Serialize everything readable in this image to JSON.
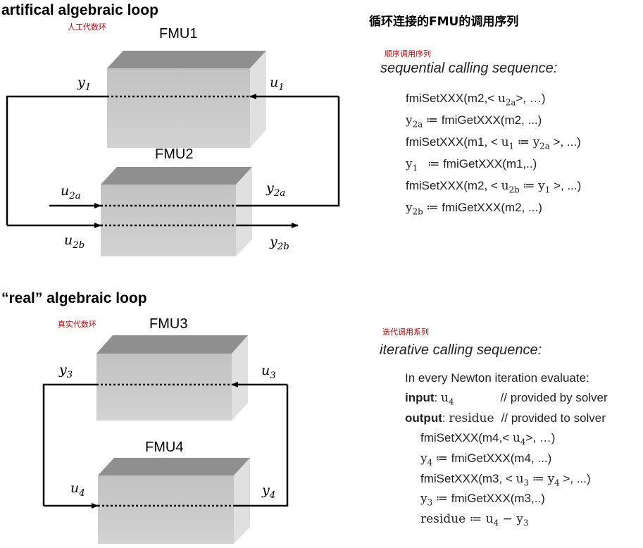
{
  "top": {
    "title": "artifical algebraic loop",
    "cn_note": "人工代数环",
    "fmu1": "FMU1",
    "fmu2": "FMU2",
    "y1": "y",
    "y1_sub": "1",
    "u1": "u",
    "u1_sub": "1",
    "u2a": "u",
    "u2a_sub": "2a",
    "y2a": "y",
    "y2a_sub": "2a",
    "u2b": "u",
    "u2b_sub": "2b",
    "y2b": "y",
    "y2b_sub": "2b"
  },
  "bottom": {
    "title": "“real” algebraic loop",
    "cn_note": "真实代数环",
    "fmu3": "FMU3",
    "fmu4": "FMU4",
    "y3": "y",
    "y3_sub": "3",
    "u3": "u",
    "u3_sub": "3",
    "u4": "u",
    "u4_sub": "4",
    "y4": "y",
    "y4_sub": "4"
  },
  "right_top": {
    "cn_title": "循环连接的FMU的调用序列",
    "cn_note": "顺序调用序列",
    "heading": "sequential calling sequence:",
    "lines": [
      {
        "a": "fmiSetXXX(m2,< ",
        "v": "u",
        "s": "2a",
        "b": ">, …)"
      },
      {
        "v": "y",
        "s": "2a",
        "a2": " ≔ fmiGetXXX(m2, ...)"
      },
      {
        "a": "fmiSetXXX(m1, < ",
        "v": "u",
        "s": "1",
        "m": " ≔ ",
        "v2": "y",
        "s2": "2a",
        "b": " >, ...)"
      },
      {
        "v": "y",
        "s": "1",
        "a2": "   ≔ fmiGetXXX(m1,..)"
      },
      {
        "a": "fmiSetXXX(m2, < ",
        "v": "u",
        "s": "2b",
        "m": " ≔ ",
        "v2": "y",
        "s2": "1",
        "b": " >, ...)"
      },
      {
        "v": "y",
        "s": "2b",
        "a2": " ≔ fmiGetXXX(m2, ...)"
      }
    ]
  },
  "right_bottom": {
    "cn_note": "迭代调用系列",
    "heading": "iterative calling sequence:",
    "newton": "In every Newton iteration evaluate:",
    "input_kw": "input",
    "input_sep": ": ",
    "input_var": "u",
    "input_sub": "4",
    "input_comment": "// provided by solver",
    "output_kw": "output",
    "output_sep": ": ",
    "output_var": "residue",
    "output_comment": "// provided to solver",
    "lines": [
      {
        "a": "fmiSetXXX(m4,< ",
        "v": "u",
        "s": "4",
        "b": ">, …)"
      },
      {
        "v": "y",
        "s": "4",
        "a2": " ≔ fmiGetXXX(m4, ...)"
      },
      {
        "a": "fmiSetXXX(m3, < ",
        "v": "u",
        "s": "3",
        "m": " ≔ ",
        "v2": "y",
        "s2": "4",
        "b": " >, ...)"
      },
      {
        "v": "y",
        "s": "3",
        "a2": " ≔ fmiGetXXX(m3,..)"
      }
    ],
    "residue_line": {
      "v": "residue",
      "m": " ≔ ",
      "v2": "u",
      "s2": "4",
      "op": " − ",
      "v3": "y",
      "s3": "3"
    }
  }
}
